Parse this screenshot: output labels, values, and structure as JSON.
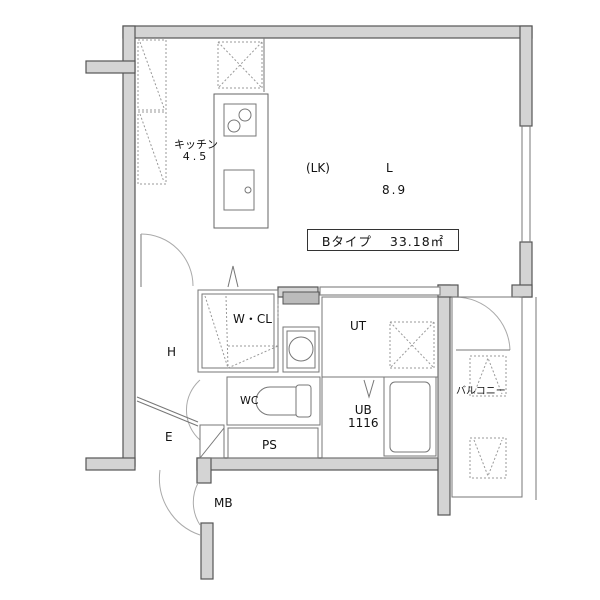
{
  "floor_plan": {
    "unit_type": "Bタイプ",
    "area": "33.18㎡",
    "rooms": {
      "kitchen": {
        "name": "キッチン",
        "size": "4.5"
      },
      "living": {
        "prefix": "(LK)",
        "name": "L",
        "size": "8.9"
      },
      "walk_in_closet": {
        "name": "W・CL"
      },
      "utility": {
        "name": "UT"
      },
      "hall": {
        "name": "H"
      },
      "toilet": {
        "name": "WC"
      },
      "unit_bath": {
        "name": "UB",
        "size": "1116"
      },
      "entrance": {
        "name": "E"
      },
      "pipe_space": {
        "name": "PS"
      },
      "meter_box": {
        "name": "MB"
      },
      "balcony": {
        "name": "バルコニー"
      }
    },
    "colors": {
      "wall_fill": "#d4d4d4",
      "wall_stroke": "#555555",
      "line": "#777777",
      "text": "#111111"
    }
  }
}
